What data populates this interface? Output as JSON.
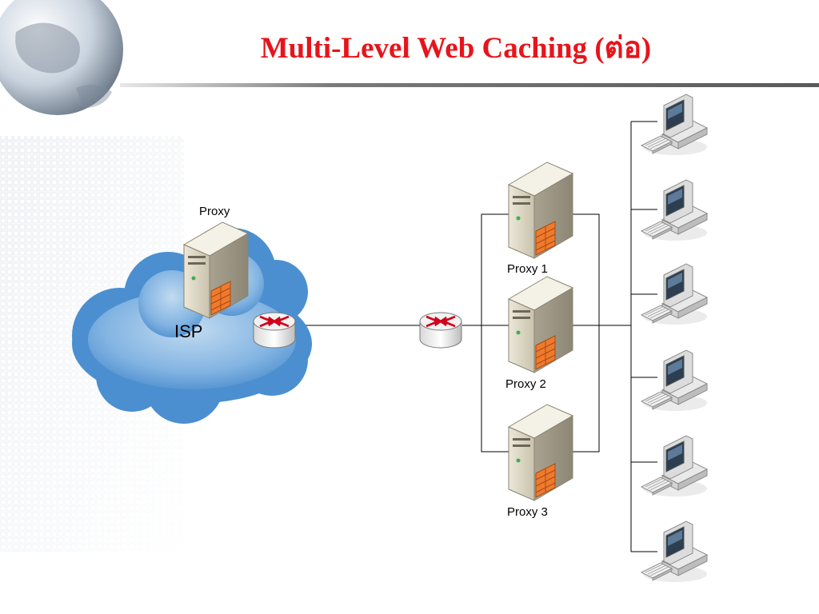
{
  "slide": {
    "title": "Multi-Level Web Caching  (ต่อ)"
  },
  "diagram": {
    "cloud_label": "ISP",
    "isp_proxy_label": "Proxy",
    "proxies": [
      {
        "label": "Proxy 1"
      },
      {
        "label": "Proxy 2"
      },
      {
        "label": "Proxy 3"
      }
    ],
    "client_count": 6,
    "colors": {
      "title": "#e8141b",
      "cloud": "#4b8fd0",
      "router_arrows": "#d0021b",
      "firewall": "#f07a2c",
      "lines": "#000000"
    }
  }
}
